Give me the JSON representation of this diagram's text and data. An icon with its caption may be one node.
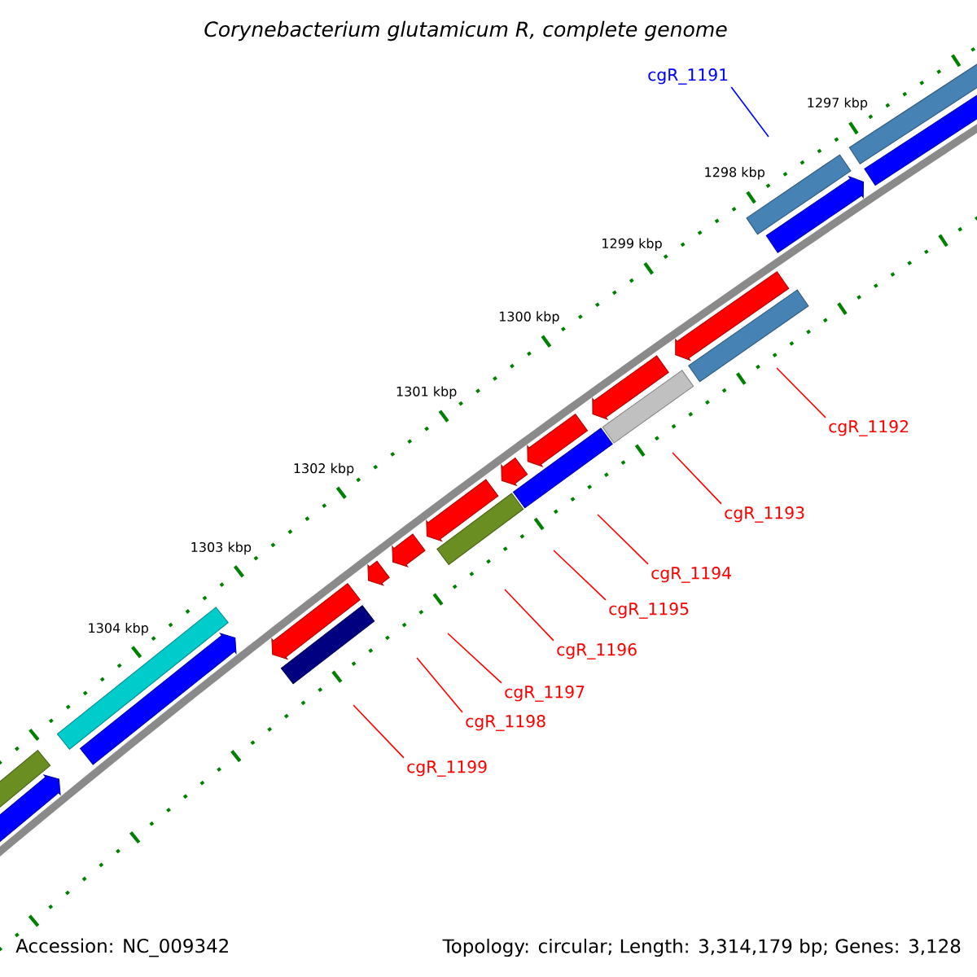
{
  "diagram": {
    "title": "Corynebacterium glutamicum R, complete genome",
    "nodes": [
      {
        "text": [
          "cgR_1191"
        ]
      },
      {
        "text": [
          "cgR_1192"
        ]
      },
      {
        "text": [
          "cgR_1193"
        ]
      },
      {
        "text": [
          "cgR_1194"
        ]
      },
      {
        "text": [
          "cgR_1195"
        ]
      },
      {
        "text": [
          "cgR_1196"
        ]
      },
      {
        "text": [
          "cgR_1197"
        ]
      },
      {
        "text": [
          "cgR_1198"
        ]
      },
      {
        "text": [
          "cgR_1199"
        ]
      }
    ],
    "edges": [
      {
        "from": 0,
        "to": null,
        "arrow": "none",
        "color": "#0000ff"
      },
      {
        "from": 1,
        "to": null,
        "arrow": "none"
      },
      {
        "from": 2,
        "to": null,
        "arrow": "none"
      },
      {
        "from": 3,
        "to": null,
        "arrow": "none"
      },
      {
        "from": 4,
        "to": null,
        "arrow": "none"
      },
      {
        "from": 5,
        "to": null,
        "arrow": "none"
      },
      {
        "from": 6,
        "to": null,
        "arrow": "none"
      },
      {
        "from": 7,
        "to": null,
        "arrow": "none"
      },
      {
        "from": 8,
        "to": null,
        "arrow": "none"
      }
    ],
    "labels": [
      "1297 kbp",
      "1298 kbp",
      "1299 kbp",
      "1300 kbp",
      "1301 kbp",
      "1302 kbp",
      "1303 kbp",
      "1304 kbp",
      "Accession: NC_009342",
      "Topology: circular; Length: 3,314,179 bp; Genes: 3,128"
    ]
  }
}
